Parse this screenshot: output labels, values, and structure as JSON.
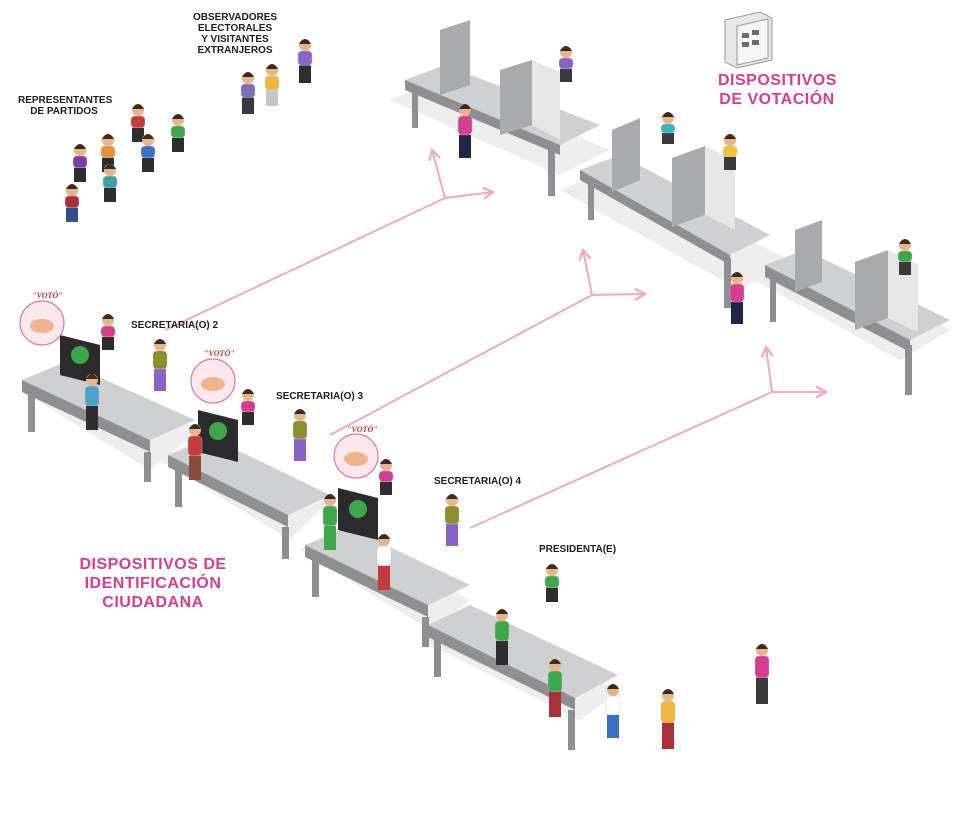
{
  "labels": {
    "observadores": [
      "OBSERVADORES",
      "ELECTORALES",
      "Y VISITANTES",
      "EXTRANJEROS"
    ],
    "representantes": [
      "REPRESENTANTES",
      "DE PARTIDOS"
    ],
    "secretaria2": "SECRETARIA(O) 2",
    "secretaria3": "SECRETARIA(O) 3",
    "secretaria4": "SECRETARIA(O) 4",
    "presidenta": "PRESIDENTA(E)"
  },
  "headings": {
    "votacion": [
      "DISPOSITIVOS",
      "DE VOTACIÓN"
    ],
    "identificacion": [
      "DISPOSITIVOS DE",
      "IDENTIFICACIÓN",
      "CIUDADANA"
    ]
  },
  "badge_text": "\"VOTÓ\"",
  "colors": {
    "accent": "#d63d8f",
    "arrow": "#f2a7c4",
    "table_top": "#cfd0d2",
    "table_side": "#8e8f92",
    "floor": "#ededee"
  }
}
